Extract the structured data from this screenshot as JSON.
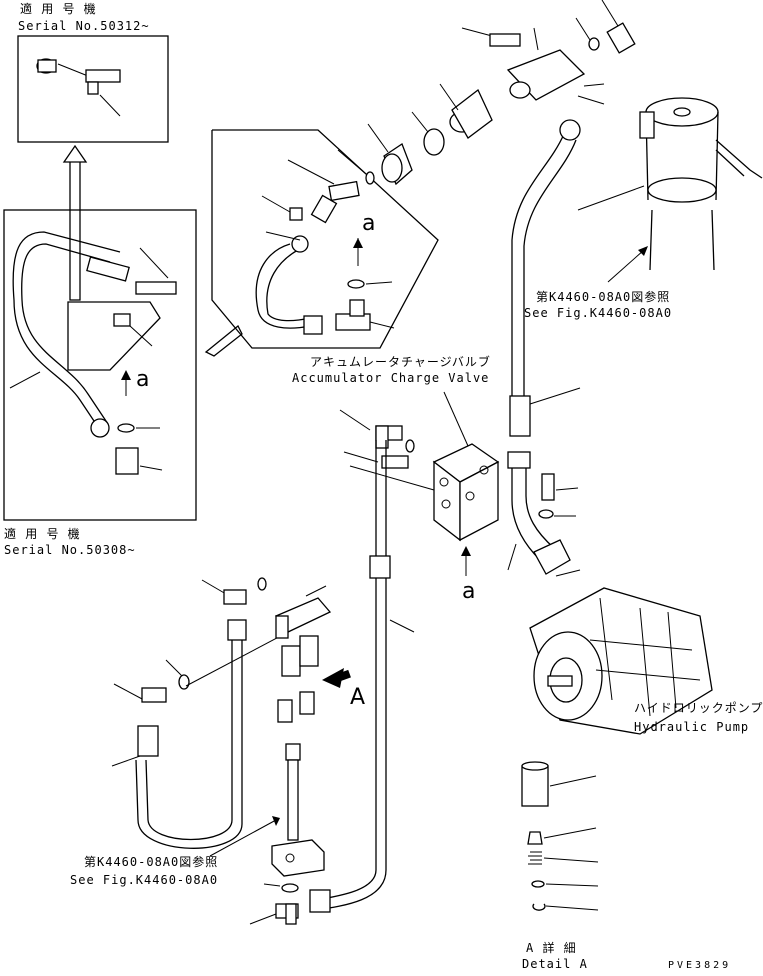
{
  "figure": {
    "code": "PVE3829",
    "callouts": {
      "detail_a_box": {
        "jp": "適 用 号 機",
        "serial": "Serial No.50312~"
      },
      "inset_box": {
        "jp": "適 用 号 機",
        "serial": "Serial No.50308~"
      },
      "view_a_left": "a",
      "view_a_center": "a",
      "view_a_valve": "a",
      "accumulator": {
        "jp": "アキュムレータチャージバルブ",
        "en": "Accumulator Charge Valve"
      },
      "ref_top": {
        "jp": "第K4460-08A0図参照",
        "en": "See Fig.K4460-08A0"
      },
      "ref_bottom": {
        "jp": "第K4460-08A0図参照",
        "en": "See Fig.K4460-08A0"
      },
      "pump": {
        "jp": "ハイドロリックポンプ",
        "en": "Hydraulic Pump"
      },
      "arrow_a": "A",
      "detail": {
        "jp": "A 詳 細",
        "en": "Detail A"
      }
    }
  }
}
